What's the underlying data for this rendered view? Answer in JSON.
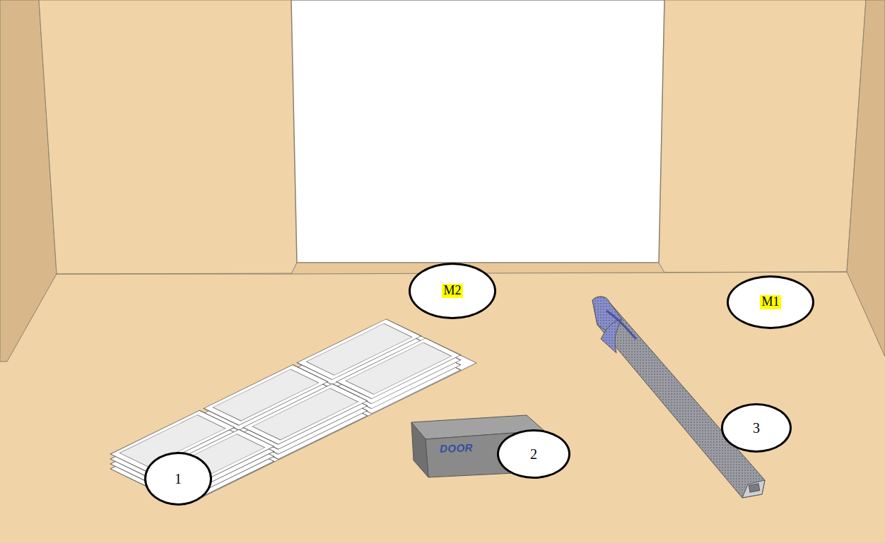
{
  "diagram": {
    "nodes": [
      {
        "text": [
          "M2"
        ]
      },
      {
        "text": [
          "M1"
        ]
      },
      {
        "text": [
          "1"
        ]
      },
      {
        "text": [
          "2"
        ]
      },
      {
        "text": [
          "3"
        ]
      }
    ],
    "labels": [
      "DOOR"
    ]
  }
}
